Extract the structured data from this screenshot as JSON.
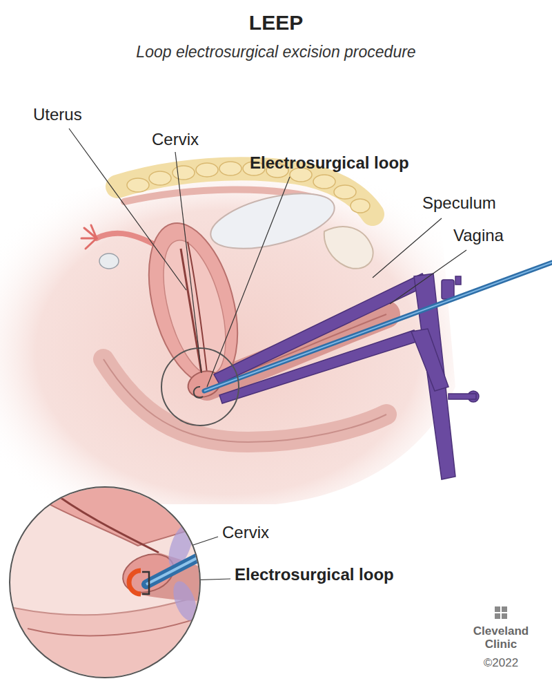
{
  "diagram": {
    "title": "LEEP",
    "labels": [
      "Loop electrosurgical excision procedure",
      "Uterus",
      "Cervix",
      "Electrosurgical loop",
      "Speculum",
      "Vagina",
      "Cervix",
      "Electrosurgical loop",
      "Cleveland Clinic",
      "©2022"
    ]
  }
}
